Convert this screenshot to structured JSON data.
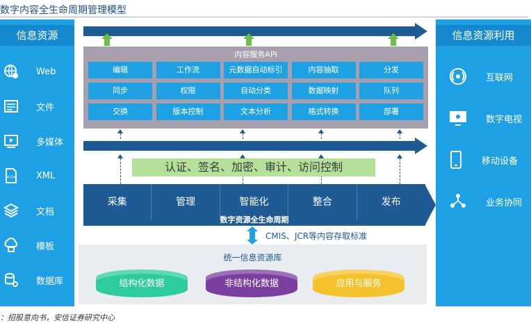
{
  "title": "数字内容全生命周期管理模型",
  "left_panel": {
    "header": "信息资源",
    "items": [
      {
        "label": "Web",
        "icon": "web-icon"
      },
      {
        "label": "文件",
        "icon": "file-icon"
      },
      {
        "label": "多媒体",
        "icon": "multimedia-icon"
      },
      {
        "label": "XML",
        "icon": "xml-icon"
      },
      {
        "label": "文档",
        "icon": "document-icon"
      },
      {
        "label": "模板",
        "icon": "template-icon"
      },
      {
        "label": "数据库",
        "icon": "database-icon"
      }
    ]
  },
  "right_panel": {
    "header": "信息资源利用",
    "items": [
      {
        "label": "互联网",
        "icon": "internet-icon"
      },
      {
        "label": "数字电视",
        "icon": "tv-icon"
      },
      {
        "label": "移动设备",
        "icon": "mobile-icon"
      },
      {
        "label": "业务协同",
        "icon": "collaboration-icon"
      }
    ]
  },
  "api": {
    "title": "内容服务API",
    "rows": [
      [
        "编辑",
        "工作流",
        "元数据自动标引",
        "内容抽取",
        "分发"
      ],
      [
        "同步",
        "权限",
        "自动分类",
        "数据映射",
        "队列"
      ],
      [
        "交换",
        "版本控制",
        "文本分析",
        "格式转换",
        "部署"
      ]
    ]
  },
  "auth_bar": "认证、签名、加密、审计、访问控制",
  "lifecycle": {
    "stages": [
      "采集",
      "管理",
      "智能化",
      "整合",
      "发布"
    ],
    "label": "数字资源全生命周期"
  },
  "standard": "CMIS、JCR等内容存取标准",
  "repository": {
    "title": "统一信息资源库",
    "stores": [
      {
        "label": "结构化数据",
        "color": "#2dcc9e"
      },
      {
        "label": "非结构化数据",
        "color": "#7b3fa0"
      },
      {
        "label": "应用与服务",
        "color": "#f5c22d"
      }
    ]
  },
  "source": "：招股意向书，安信证券研究中心",
  "colors": {
    "accent": "#1ea0e4",
    "dark": "#1e5a93",
    "green": "#6cc04a"
  }
}
